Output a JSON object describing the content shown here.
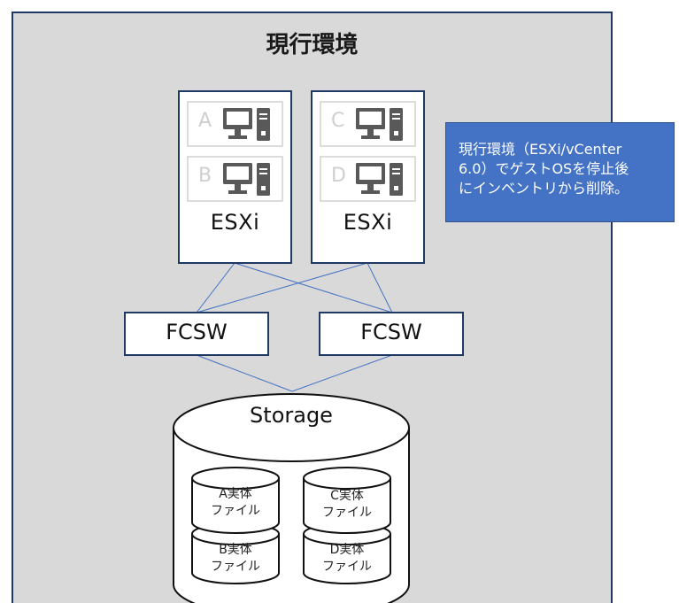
{
  "frame": {
    "title": "現行環境"
  },
  "hosts": [
    {
      "label": "ESXi",
      "vms": [
        "A",
        "B"
      ]
    },
    {
      "label": "ESXi",
      "vms": [
        "C",
        "D"
      ]
    }
  ],
  "switches": [
    {
      "label": "FCSW"
    },
    {
      "label": "FCSW"
    }
  ],
  "storage": {
    "label": "Storage",
    "files": [
      {
        "id": "A",
        "line1": "A実体",
        "line2": "ファイル"
      },
      {
        "id": "B",
        "line1": "B実体",
        "line2": "ファイル"
      },
      {
        "id": "C",
        "line1": "C実体",
        "line2": "ファイル"
      },
      {
        "id": "D",
        "line1": "D実体",
        "line2": "ファイル"
      }
    ]
  },
  "note": {
    "lines": [
      "現行環境（ESXi/vCenter",
      "6.0）でゲストOSを停止後",
      "にインベントリから削除。"
    ]
  },
  "colors": {
    "frame_bg": "#d9d9d9",
    "frame_border": "#1f3864",
    "box_border": "#1f3864",
    "link_line": "#4472c4",
    "note_bg": "#4472c4",
    "vm_icon": "#595959",
    "vm_letter": "#cfcfcf"
  }
}
